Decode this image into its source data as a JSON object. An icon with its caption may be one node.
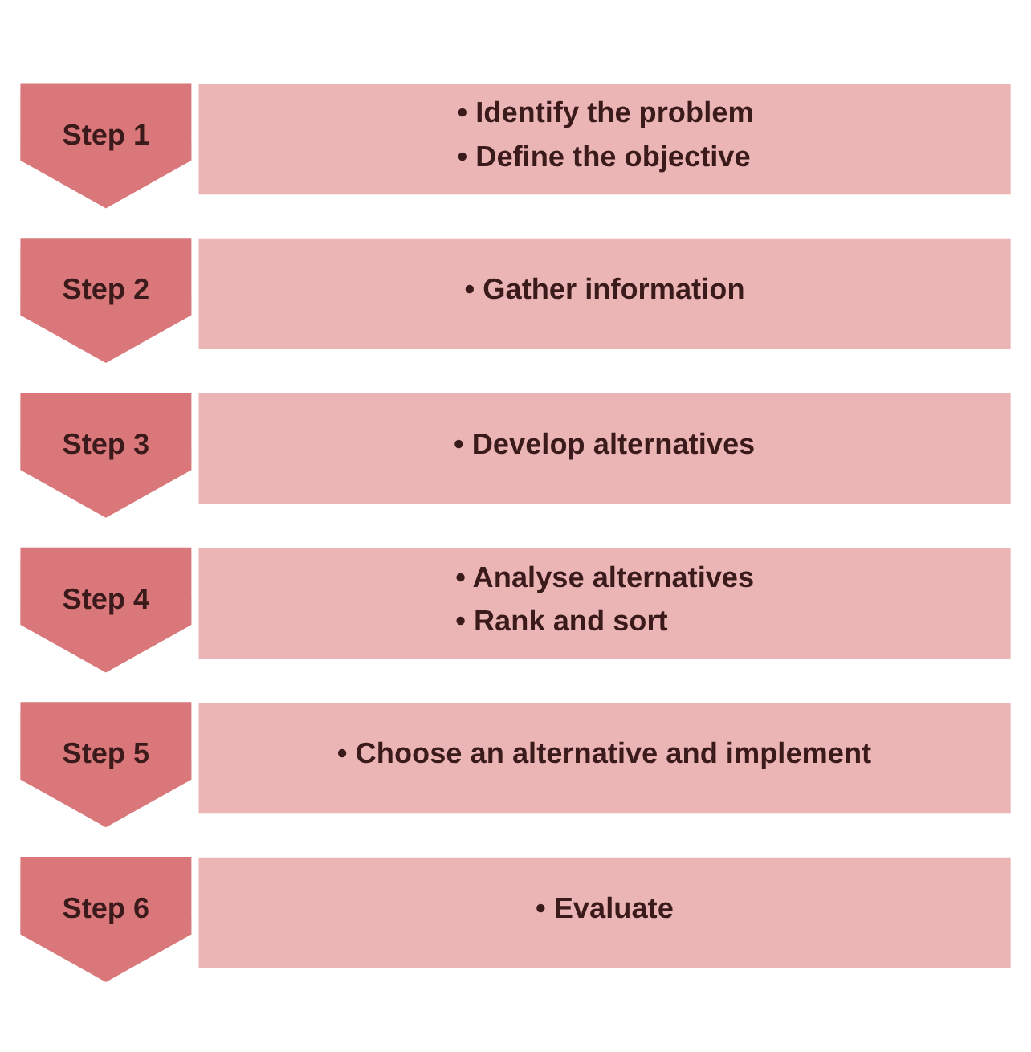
{
  "diagram": {
    "nodes": [
      {
        "text": [
          "Step 1"
        ]
      },
      {
        "text": [
          "• Identify the problem",
          "• Define the objective"
        ]
      },
      {
        "text": [
          "Step 2"
        ]
      },
      {
        "text": [
          "• Gather information"
        ]
      },
      {
        "text": [
          "Step 3"
        ]
      },
      {
        "text": [
          "• Develop alternatives"
        ]
      },
      {
        "text": [
          "Step 4"
        ]
      },
      {
        "text": [
          "• Analyse alternatives",
          "• Rank and sort"
        ]
      },
      {
        "text": [
          "Step 5"
        ]
      },
      {
        "text": [
          "• Choose an alternative and implement"
        ]
      },
      {
        "text": [
          "Step 6"
        ]
      },
      {
        "text": [
          "• Evaluate"
        ]
      }
    ]
  }
}
